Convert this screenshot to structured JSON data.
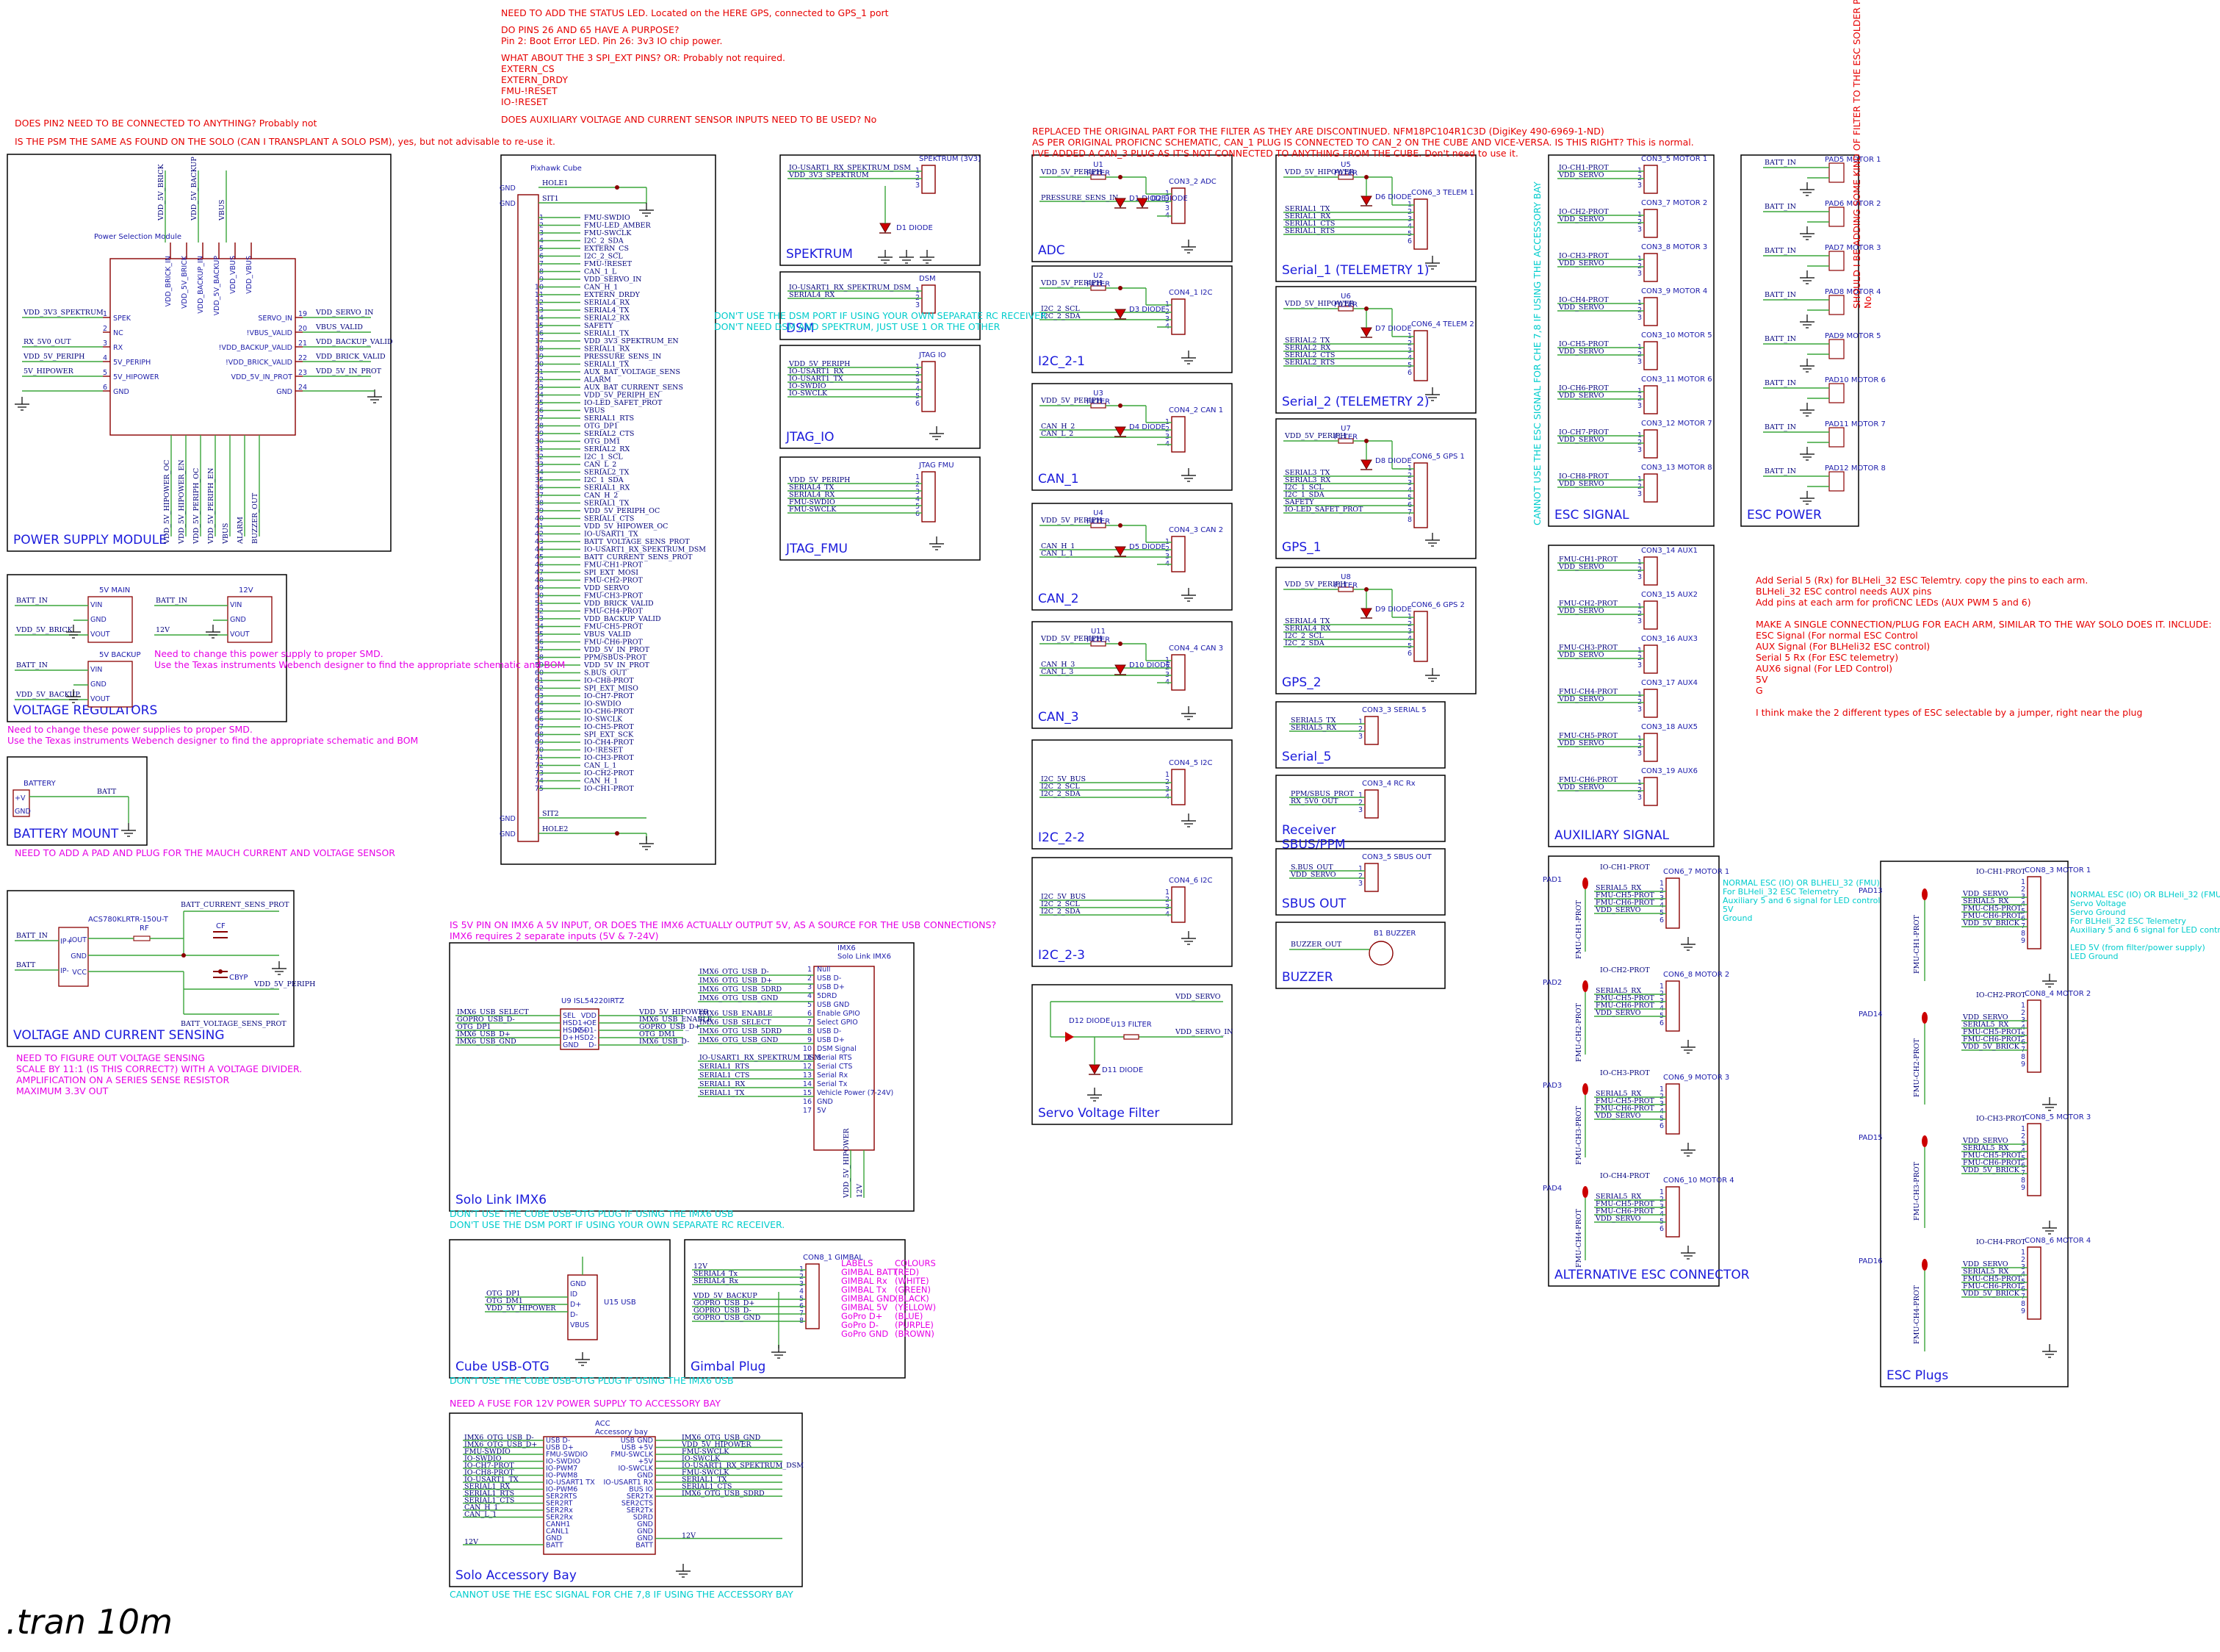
{
  "notes": {
    "status_led": "NEED TO ADD THE STATUS LED. Located on the HERE GPS, connected to GPS_1 port",
    "pins_26_65": "DO PINS 26 AND 65 HAVE A PURPOSE?\nPin 2: Boot Error LED. Pin 26: 3v3 IO chip power.",
    "spi_pins": "WHAT ABOUT THE 3 SPI_EXT PINS? OR: Probably not required.\nEXTERN_CS\nEXTERN_DRDY\nFMU-!RESET\nIO-!RESET",
    "aux_voltage": "DOES AUXILIARY VOLTAGE AND CURRENT SENSOR INPUTS NEED TO BE USED? No",
    "pin2": "DOES PIN2 NEED TO BE CONNECTED TO ANYTHING? Probably not",
    "psm": "IS THE PSM THE SAME AS FOUND ON THE SOLO (CAN I TRANSPLANT A SOLO PSM), yes, but not advisable to re-use it.",
    "filter_replace": "REPLACED THE ORIGINAL PART FOR THE FILTER AS THEY ARE DISCONTINUED. NFM18PC104R1C3D (DigiKey 490-6969-1-ND)\nAS PER ORIGINAL PROFICNC SCHEMATIC, CAN_1 PLUG IS CONNECTED TO CAN_2 ON THE CUBE AND VICE-VERSA. IS THIS RIGHT? This is normal.\nI'VE ADDED A CAN_3 PLUG AS IT'S NOT CONNECTED TO ANYTHING FROM THE CUBE. Don't need to use it.",
    "dsm_port": "DON'T USE THE DSM PORT IF USING YOUR OWN SEPARATE RC RECEIVER\nDON'T NEED DSM AND SPEKTRUM, JUST USE 1 OR THE OTHER",
    "esc_signal_vertical": "CANNOT USE THE ESC SIGNAL FOR CHE 7,8 IF USING THE ACCESSORY BAY",
    "esc_power_vertical": "SHOULD I BE ADDING SOME KIND OF FILTER TO THE ESC SOLDER PADS?\nNo.",
    "serial5": "Add Serial 5 (Rx) for BLHeli_32 ESC Telemtry. copy the pins to each arm.\nBLHeli_32 ESC control needs AUX pins\nAdd pins at each arm for profiCNC LEDs (AUX PWM 5 and 6)\n\nMAKE A SINGLE CONNECTION/PLUG FOR EACH ARM, SIMILAR TO THE WAY SOLO DOES IT. INCLUDE:\nESC Signal (For normal ESC Control\nAUX Signal (For BLHeli32 ESC control)\nSerial 5 Rx (For ESC telemetry)\nAUX6 signal (For LED Control)\n5V\nG\n\nI think make the 2 different types of ESC selectable by a jumper, right near the plug",
    "vreg1": "Need to change this power supply to proper SMD.\nUse the Texas instruments Webench designer to find the appropriate schematic and BOM",
    "vreg2": "Need to change these power supplies to proper SMD.\nUse the Texas instruments Webench designer to find the appropriate schematic and BOM",
    "mauch": "NEED TO ADD A PAD AND PLUG FOR THE MAUCH CURRENT AND VOLTAGE SENSOR",
    "voltage_sensing": "NEED TO FIGURE OUT VOLTAGE SENSING\nSCALE BY 11:1 (IS THIS CORRECT?) WITH A VOLTAGE DIVIDER.\nAMPLIFICATION ON A SERIES SENSE RESISTOR\nMAXIMUM 3.3V OUT",
    "imx6_5v": "IS 5V PIN ON IMX6 A 5V INPUT, OR DOES THE IMX6 ACTUALLY OUTPUT 5V, AS A SOURCE FOR THE USB CONNECTIONS?\nIMX6 requires 2 separate inputs (5V & 7-24V)",
    "cube_otg_dsm": "DON'T USE THE CUBE USB-OTG PLUG IF USING THE IMX6 USB\nDON'T USE THE DSM PORT IF USING YOUR OWN SEPARATE RC RECEIVER.",
    "cube_otg": "DON'T USE THE CUBE USB-OTG PLUG IF USING THE IMX6 USB",
    "fuse": "NEED A FUSE FOR 12V POWER SUPPLY TO ACCESSORY BAY",
    "accessory_esc": "CANNOT USE THE ESC SIGNAL FOR CHE 7,8 IF USING THE ACCESSORY BAY",
    "normal_esc": "NORMAL ESC (IO) OR BLHELI_32 (FMU)\nFor BLHeli_32 ESC Telemetry\nAuxiliary 5 and 6 signal for LED control\n5V\nGround",
    "esc_plugs_legend": "NORMAL ESC (IO) OR BLHeli_32 (FMU)\nServo Voltage\nServo Ground\nFor BLHeli_32 ESC Telemetry\nAuxiliary 5 and 6 signal for LED control\n\nLED 5V (from filter/power supply)\nLED Ground",
    "gimbal_labels": "LABELS\nGIMBAL BATT\nGIMBAL Rx\nGIMBAL Tx\nGIMBAL GND\nGIMBAL 5V\nGoPro D+\nGoPro D-\nGoPro GND",
    "gimbal_colours": "COLOURS\n(RED)\n(WHITE)\n(GREEN)\n(BLACK)\n(YELLOW)\n(BLUE)\n(PURPLE)\n(BROWN)",
    "tran": ".tran 10m"
  },
  "blocks": {
    "power_supply": "POWER SUPPLY MODULE",
    "voltage_regulators": "VOLTAGE REGULATORS",
    "battery_mount": "BATTERY MOUNT",
    "voltage_current": "VOLTAGE AND CURRENT SENSING",
    "spektrum": "SPEKTRUM",
    "dsm": "DSM",
    "jtag_io": "JTAG_IO",
    "jtag_fmu": "JTAG_FMU",
    "adc": "ADC",
    "i2c_2_1": "I2C_2-1",
    "can_1": "CAN_1",
    "can_2": "CAN_2",
    "can_3": "CAN_3",
    "i2c_2_2": "I2C_2-2",
    "i2c_2_3": "I2C_2-3",
    "servo_filter": "Servo Voltage Filter",
    "serial_1": "Serial_1 (TELEMETRY 1)",
    "serial_2": "Serial_2 (TELEMETRY 2)",
    "gps_1": "GPS_1",
    "gps_2": "GPS_2",
    "serial_5": "Serial_5",
    "receiver": "Receiver\nSBUS/PPM",
    "sbus_out": "SBUS OUT",
    "buzzer": "BUZZER",
    "esc_signal": "ESC SIGNAL",
    "esc_power": "ESC POWER",
    "auxiliary_signal": "AUXILIARY SIGNAL",
    "alt_esc": "ALTERNATIVE ESC CONNECTOR",
    "esc_plugs": "ESC Plugs",
    "solo_link": "Solo Link IMX6",
    "cube_otg": "Cube USB-OTG",
    "gimbal": "Gimbal Plug",
    "accessory": "Solo Accessory Bay"
  },
  "cube": {
    "title": "Pixhawk Cube",
    "top_pins": [
      "GND",
      "GND"
    ],
    "top_nets": [
      "HOLE1",
      "SIT1"
    ],
    "bottom_pins": [
      "GND",
      "GND"
    ],
    "bottom_nets": [
      "SIT2",
      "HOLE2"
    ],
    "nets": [
      "FMU-SWDIO",
      "FMU-LED_AMBER",
      "FMU-SWCLK",
      "I2C_2_SDA",
      "EXTERN_CS",
      "I2C_2_SCL",
      "FMU-!RESET",
      "CAN_1_L",
      "VDD_SERVO_IN",
      "CAN_H_1",
      "EXTERN_DRDY",
      "SERIAL4_RX",
      "SERIAL4_TX",
      "SERIAL2_RX",
      "SAFETY",
      "SERIAL1_TX",
      "VDD_3V3_SPEKTRUM_EN",
      "SERIAL1_RX",
      "PRESSURE_SENS_IN",
      "SERIAL1_TX",
      "AUX_BAT_VOLTAGE_SENS",
      "ALARM",
      "AUX_BAT_CURRENT_SENS",
      "VDD_5V_PERIPH_EN",
      "IO-LED_SAFET_PROT",
      "VBUS",
      "SERIAL1_RTS",
      "OTG_DP1",
      "SERIAL2_CTS",
      "OTG_DM1",
      "SERIAL2_RX",
      "I2C_1_SCL",
      "CAN_L_2",
      "SERIAL2_TX",
      "I2C_1_SDA",
      "SERIAL1_RX",
      "CAN_H_2",
      "SERIAL1_TX",
      "VDD_5V_PERIPH_OC",
      "SERIAL1_CTS",
      "VDD_5V_HIPOWER_OC",
      "IO-USART1_TX",
      "BATT_VOLTAGE_SENS_PROT",
      "IO-USART1_RX_SPEKTRUM_DSM",
      "BATT_CURRENT_SENS_PROT",
      "FMU-CH1-PROT",
      "SPI_EXT_MOSI",
      "FMU-CH2-PROT",
      "VDD_SERVO",
      "FMU-CH3-PROT",
      "VDD_BRICK_VALID",
      "FMU-CH4-PROT",
      "VDD_BACKUP_VALID",
      "FMU-CH5-PROT",
      "VBUS_VALID",
      "FMU-CH6-PROT",
      "VDD_5V_IN_PROT",
      "PPM/SBUS-PROT",
      "VDD_5V_IN_PROT",
      "S.BUS_OUT",
      "IO-CH8-PROT",
      "SPI_EXT_MISO",
      "IO-CH7-PROT",
      "IO-SWDIO",
      "IO-CH6-PROT",
      "IO-SWCLK",
      "IO-CH5-PROT",
      "SPI_EXT_SCK",
      "IO-CH4-PROT",
      "IO-!RESET",
      "IO-CH3-PROT",
      "CAN_L_1",
      "IO-CH2-PROT",
      "CAN_H_1",
      "IO-CH1-PROT"
    ]
  },
  "psm": {
    "title": "Power Selection Module",
    "left_nets": [
      "VDD_3V3_SPEKTRUM",
      "RX_5V0_OUT",
      "VDD_5V_PERIPH",
      "5V_HIPOWER"
    ],
    "left_pins": [
      "SPEK",
      "NC",
      "RX",
      "5V_PERIPH",
      "5V_HIPOWER",
      "GND"
    ],
    "right_nets": [
      "VDD_SERVO_IN",
      "VBUS_VALID",
      "VDD_BACKUP_VALID",
      "VDD_BRICK_VALID",
      "VDD_5V_IN_PROT"
    ],
    "right_pins": [
      "SERVO_IN",
      "!VBUS_VALID",
      "!VDD_BACKUP_VALID",
      "!VDD_BRICK_VALID",
      "VDD_5V_IN_PROT",
      "GND"
    ],
    "top_nets": [
      "VDD_5V_BRICK",
      "VDD_5V_BACKUP",
      "VBUS"
    ],
    "top_pins": [
      "VDD_BRICK_IN",
      "VDD_5V_BRICK",
      "VDD_BACKUP_IN",
      "VDD_5V_BACKUP",
      "VDD_VBUS",
      "VDD_VBUS"
    ],
    "bottom_nets": [
      "VDD_5V_HIPOWER_OC",
      "VDD_5V_HIPOWER_EN",
      "VDD_5V_PERIPH_OC",
      "VDD_5V_PERIPH_EN",
      "VBUS",
      "ALARM",
      "BUZZER_OUT"
    ]
  },
  "regulators": {
    "r1": {
      "title": "5V MAIN",
      "pins": [
        "VIN",
        "GND",
        "VOUT"
      ],
      "in": "BATT_IN",
      "out": "VDD_5V_BRICK"
    },
    "r2": {
      "title": "12V",
      "pins": [
        "VIN",
        "GND",
        "VOUT"
      ],
      "in": "BATT_IN",
      "out": "12V"
    },
    "r3": {
      "title": "5V BACKUP",
      "pins": [
        "VIN",
        "GND",
        "VOUT"
      ],
      "in": "BATT_IN",
      "out": "VDD_5V_BACKUP"
    }
  },
  "battery": {
    "title": "BATTERY",
    "pins": [
      "+V",
      "GND"
    ],
    "net": "BATT"
  },
  "sensing": {
    "part": "ACS780KLRTR-150U-T",
    "rf": "RF",
    "cf": "CF",
    "cbyp": "CBYP",
    "pins": [
      "IP+",
      "IP-",
      "IOUT",
      "GND",
      "VCC"
    ],
    "nets": [
      "BATT_IN",
      "BATT",
      "BATT_CURRENT_SENS_PROT",
      "VDD_5V_PERIPH",
      "BATT_VOLTAGE_SENS_PROT"
    ]
  },
  "spektrum": {
    "part": "SPEKTRUM (3V3)",
    "nets": [
      "IO-USART1_RX_SPEKTRUM_DSM",
      "VDD_3V3_SPEKTRUM"
    ],
    "diode": "D1 DIODE"
  },
  "dsm": {
    "part": "DSM",
    "nets": [
      "IO-USART1_RX_SPEKTRUM_DSM",
      "SERIAL4_RX"
    ]
  },
  "jtag_io": {
    "part": "JTAG IO",
    "nets": [
      "VDD_5V_PERIPH",
      "IO-USART1_RX",
      "IO-USART1_TX",
      "IO-SWDIO",
      "IO-SWCLK"
    ]
  },
  "jtag_fmu": {
    "part": "JTAG FMU",
    "nets": [
      "VDD_5V_PERIPH",
      "SERIAL4_TX",
      "SERIAL4_RX",
      "FMU-SWDIO",
      "FMU-SWCLK"
    ]
  },
  "filters": [
    {
      "u": "U1",
      "con": "CON3_2 ADC",
      "nets": [
        "VDD_5V_PERIPH",
        "PRESSURE_SENS_IN"
      ],
      "diodes": [
        "D1 DIODE",
        "D2 DIODE"
      ]
    },
    {
      "u": "U2",
      "con": "CON4_1 I2C",
      "nets": [
        "VDD_5V_PERIPH",
        "I2C_2_SCL",
        "I2C_2_SDA"
      ],
      "diodes": [
        "D3 DIODE"
      ]
    },
    {
      "u": "U3",
      "con": "CON4_2 CAN 1",
      "nets": [
        "VDD_5V_PERIPH",
        "CAN_H_2",
        "CAN_L_2"
      ],
      "diodes": [
        "D4 DIODE"
      ]
    },
    {
      "u": "U4",
      "con": "CON4_3 CAN 2",
      "nets": [
        "VDD_5V_PERIPH",
        "CAN_H_1",
        "CAN_L_1"
      ],
      "diodes": [
        "D5 DIODE"
      ]
    },
    {
      "u": "U11",
      "con": "CON4_4 CAN 3",
      "nets": [
        "VDD_5V_PERIPH",
        "CAN_H_3",
        "CAN_L_3"
      ],
      "diodes": [
        "D10 DIODE"
      ]
    }
  ],
  "i2c_extra": [
    {
      "con": "CON4_5 I2C",
      "nets": [
        "I2C_5V_BUS",
        "I2C_2_SCL",
        "I2C_2_SDA"
      ]
    },
    {
      "con": "CON4_6 I2C",
      "nets": [
        "I2C_5V_BUS",
        "I2C_2_SCL",
        "I2C_2_SDA"
      ]
    }
  ],
  "servo_filter": {
    "nets": [
      "VDD_SERVO",
      "VDD_SERVO_IN"
    ],
    "parts": [
      "D12 DIODE",
      "U13 FILTER",
      "D11 DIODE"
    ]
  },
  "telem": [
    {
      "u": "U5",
      "con": "CON6_3 TELEM 1",
      "nets": [
        "VDD_5V_HIPOWER",
        "SERIAL1_TX",
        "SERIAL1_RX",
        "SERIAL1_CTS",
        "SERIAL1_RTS"
      ],
      "diode": "D6 DIODE"
    },
    {
      "u": "U6",
      "con": "CON6_4 TELEM 2",
      "nets": [
        "VDD_5V_HIPOWER",
        "SERIAL2_TX",
        "SERIAL2_RX",
        "SERIAL2_CTS",
        "SERIAL2_RTS"
      ],
      "diode": "D7 DIODE"
    },
    {
      "u": "U7",
      "con": "CON6_5 GPS 1",
      "nets": [
        "VDD_5V_PERIPH",
        "SERIAL3_TX",
        "SERIAL3_RX",
        "I2C_1_SCL",
        "I2C_1_SDA",
        "SAFETY",
        "IO-LED_SAFET_PROT"
      ],
      "diode": "D8 DIODE"
    },
    {
      "u": "U8",
      "con": "CON6_6 GPS 2",
      "nets": [
        "VDD_5V_PERIPH",
        "SERIAL4_TX",
        "SERIAL4_RX",
        "I2C_2_SCL",
        "I2C_2_SDA"
      ],
      "diode": "D9 DIODE"
    }
  ],
  "small_cons": [
    {
      "con": "CON3_3 SERIAL 5",
      "nets": [
        "SERIAL5_TX",
        "SERIAL5_RX"
      ]
    },
    {
      "con": "CON3_4 RC Rx",
      "nets": [
        "PPM/SBUS_PROT",
        "RX_5V0_OUT"
      ]
    },
    {
      "con": "CON3_5 SBUS OUT",
      "nets": [
        "S.BUS_OUT",
        "VDD_SERVO"
      ]
    },
    {
      "con": "B1 BUZZER",
      "nets": [
        "BUZZER_OUT"
      ]
    }
  ],
  "esc_signal": [
    {
      "con": "CON3_5 MOTOR 1",
      "nets": [
        "IO-CH1-PROT",
        "VDD_SERVO"
      ]
    },
    {
      "con": "CON3_7 MOTOR 2",
      "nets": [
        "IO-CH2-PROT",
        "VDD_SERVO"
      ]
    },
    {
      "con": "CON3_8 MOTOR 3",
      "nets": [
        "IO-CH3-PROT",
        "VDD_SERVO"
      ]
    },
    {
      "con": "CON3_9 MOTOR 4",
      "nets": [
        "IO-CH4-PROT",
        "VDD_SERVO"
      ]
    },
    {
      "con": "CON3_10 MOTOR 5",
      "nets": [
        "IO-CH5-PROT",
        "VDD_SERVO"
      ]
    },
    {
      "con": "CON3_11 MOTOR 6",
      "nets": [
        "IO-CH6-PROT",
        "VDD_SERVO"
      ]
    },
    {
      "con": "CON3_12 MOTOR 7",
      "nets": [
        "IO-CH7-PROT",
        "VDD_SERVO"
      ]
    },
    {
      "con": "CON3_13 MOTOR 8",
      "nets": [
        "IO-CH8-PROT",
        "VDD_SERVO"
      ]
    }
  ],
  "esc_power": [
    {
      "con": "PAD5 MOTOR 1",
      "net": "BATT_IN"
    },
    {
      "con": "PAD6 MOTOR 2",
      "net": "BATT_IN"
    },
    {
      "con": "PAD7 MOTOR 3",
      "net": "BATT_IN"
    },
    {
      "con": "PAD8 MOTOR 4",
      "net": "BATT_IN"
    },
    {
      "con": "PAD9 MOTOR 5",
      "net": "BATT_IN"
    },
    {
      "con": "PAD10 MOTOR 6",
      "net": "BATT_IN"
    },
    {
      "con": "PAD11 MOTOR 7",
      "net": "BATT_IN"
    },
    {
      "con": "PAD12 MOTOR 8",
      "net": "BATT_IN"
    }
  ],
  "aux": [
    {
      "con": "CON3_14 AUX1",
      "nets": [
        "FMU-CH1-PROT",
        "VDD_SERVO"
      ]
    },
    {
      "con": "CON3_15 AUX2",
      "nets": [
        "FMU-CH2-PROT",
        "VDD_SERVO"
      ]
    },
    {
      "con": "CON3_16 AUX3",
      "nets": [
        "FMU-CH3-PROT",
        "VDD_SERVO"
      ]
    },
    {
      "con": "CON3_17 AUX4",
      "nets": [
        "FMU-CH4-PROT",
        "VDD_SERVO"
      ]
    },
    {
      "con": "CON3_18 AUX5",
      "nets": [
        "FMU-CH5-PROT",
        "VDD_SERVO"
      ]
    },
    {
      "con": "CON3_19 AUX6",
      "nets": [
        "FMU-CH6-PROT",
        "VDD_SERVO"
      ]
    }
  ],
  "alt_esc": [
    {
      "pad": "PAD1",
      "con": "CON6_7 MOTOR 1",
      "nets": [
        "IO-CH1-PROT",
        "SERIAL5_RX",
        "FMU-CH5-PROT",
        "FMU-CH6-PROT",
        "VDD_SERVO"
      ],
      "side": "FMU-CH1-PROT"
    },
    {
      "pad": "PAD2",
      "con": "CON6_8 MOTOR 2",
      "nets": [
        "IO-CH2-PROT",
        "SERIAL5_RX",
        "FMU-CH5-PROT",
        "FMU-CH6-PROT",
        "VDD_SERVO"
      ],
      "side": "FMU-CH2-PROT"
    },
    {
      "pad": "PAD3",
      "con": "CON6_9 MOTOR 3",
      "nets": [
        "IO-CH3-PROT",
        "SERIAL5_RX",
        "FMU-CH5-PROT",
        "FMU-CH6-PROT",
        "VDD_SERVO"
      ],
      "side": "FMU-CH3-PROT"
    },
    {
      "pad": "PAD4",
      "con": "CON6_10 MOTOR 4",
      "nets": [
        "IO-CH4-PROT",
        "SERIAL5_RX",
        "FMU-CH5-PROT",
        "FMU-CH6-PROT",
        "VDD_SERVO"
      ],
      "side": "FMU-CH4-PROT"
    }
  ],
  "esc_plugs": [
    {
      "pad": "PAD13",
      "con": "CON8_3 MOTOR 1",
      "nets": [
        "IO-CH1-PROT",
        "VDD_SERVO",
        "SERIAL5_RX",
        "FMU-CH5-PROT",
        "FMU-CH6-PROT",
        "VDD_5V_BRICK"
      ],
      "side": "FMU-CH1-PROT"
    },
    {
      "pad": "PAD14",
      "con": "CON8_4 MOTOR 2",
      "nets": [
        "IO-CH2-PROT",
        "VDD_SERVO",
        "SERIAL5_RX",
        "FMU-CH5-PROT",
        "FMU-CH6-PROT",
        "VDD_5V_BRICK"
      ],
      "side": "FMU-CH2-PROT"
    },
    {
      "pad": "PAD15",
      "con": "CON8_5 MOTOR 3",
      "nets": [
        "IO-CH3-PROT",
        "VDD_SERVO",
        "SERIAL5_RX",
        "FMU-CH5-PROT",
        "FMU-CH6-PROT",
        "VDD_5V_BRICK"
      ],
      "side": "FMU-CH3-PROT"
    },
    {
      "pad": "PAD16",
      "con": "CON8_6 MOTOR 4",
      "nets": [
        "IO-CH4-PROT",
        "VDD_SERVO",
        "SERIAL5_RX",
        "FMU-CH5-PROT",
        "FMU-CH6-PROT",
        "VDD_5V_BRICK"
      ],
      "side": "FMU-CH4-PROT"
    }
  ],
  "imx6": {
    "title": "IMX6\nSolo Link IMX6",
    "left_nets": [
      "IMX6_OTG_USB_D-",
      "IMX6_OTG_USB_D+",
      "IMX6_OTG_USB_5DRD",
      "IMX6_OTG_USB_GND",
      "IMX6_USB_ENABLE",
      "IMX6_USB_SELECT",
      "IMX6_OTG_USB_5DRD",
      "IMX6_OTG_USB_GND",
      "IO-USART1_RX_SPEKTRUM_DSM",
      "SERIAL1_RTS",
      "SERIAL1_CTS",
      "SERIAL1_RX",
      "SERIAL1_TX"
    ],
    "pins": [
      "Null",
      "USB D-",
      "USB D+",
      "5DRD",
      "USB GND",
      "Enable GPIO",
      "Select GPIO",
      "USB D-",
      "USB D+",
      "DSM Signal",
      "Serial RTS",
      "Serial CTS",
      "Serial Rx",
      "Serial Tx",
      "Vehicle Power (7-24V)",
      "GND",
      "5V"
    ],
    "bottom_nets": [
      "VDD_5V_HIPOWER",
      "12V"
    ]
  },
  "u9": {
    "title": "U9 ISL54220IRTZ",
    "pins_left": [
      "SEL",
      "HSD1+",
      "HSD2+",
      "D+",
      "GND"
    ],
    "pins_right": [
      "VDD",
      "OE",
      "HSD1-",
      "HSD2-",
      "D-"
    ],
    "left_nets": [
      "IMX6_USB_SELECT",
      "GOPRO_USB_D-",
      "OTG_DP1",
      "IMX6_USB_D+",
      "IMX6_USB_GND"
    ],
    "right_nets": [
      "VDD_5V_HIPOWER",
      "IMX6_USB_ENABLE",
      "GOPRO_USB_D+",
      "OTG_DM1",
      "IMX6_USB_D-"
    ]
  },
  "u15": {
    "title": "U15 USB",
    "pins": [
      "GND",
      "ID",
      "D+",
      "D-",
      "VBUS"
    ],
    "nets": [
      "OTG_DP1",
      "OTG_DM1",
      "VDD_5V_HIPOWER"
    ]
  },
  "gimbal": {
    "con": "CON8_1 GIMBAL",
    "nets": [
      "12V",
      "SERIAL4_Tx",
      "SERIAL4_Rx",
      "VDD_5V_BACKUP",
      "GOPRO_USB_D+",
      "GOPRO_USB_D-",
      "GOPRO_USB_GND"
    ]
  },
  "acc": {
    "title": "ACC\nAccessory bay",
    "left_pins": [
      "USB D-",
      "USB D+",
      "FMU-SWDIO",
      "IO-SWDIO",
      "IO-PWM7",
      "IO-PWM8",
      "IO-USART1 TX",
      "IO-PWM6",
      "SER2RTS",
      "SER2RT",
      "SER2Rx",
      "SER2Rx",
      "CANH1",
      "CANL1",
      "GND",
      "BATT"
    ],
    "right_pins": [
      "USB GND",
      "USB +5V",
      "FMU-SWCLK",
      "+5V",
      "IO-SWCLK",
      "GND",
      "IO-USART1 RX",
      "BUS IO",
      "SER2Tx",
      "SER2CTS",
      "SER2Tx",
      "SDRD",
      "GND",
      "GND",
      "GND",
      "BATT"
    ],
    "left_nets": [
      "IMX6_OTG_USB_D-",
      "IMX6_OTG_USB_D+",
      "FMU-SWDIO",
      "IO-SWDIO",
      "IO-CH7-PROT",
      "IO-CH8-PROT",
      "IO-USART1_TX",
      "SERIAL1_RX",
      "SERIAL1_RTS",
      "SERIAL1_CTS",
      "CAN_H_1",
      "CAN_L_1",
      "12V"
    ],
    "right_nets": [
      "IMX6_OTG_USB_GND",
      "VDD_5V_HIPOWER",
      "FMU-SWCLK",
      "IO-SWCLK",
      "IO-USART1_RX_SPEKTRUM_DSM",
      "FMU-SWCLK",
      "SERIAL1_TX",
      "SERIAL1_CTS",
      "IMX6_OTG_USB_SDRD",
      "12V"
    ]
  }
}
